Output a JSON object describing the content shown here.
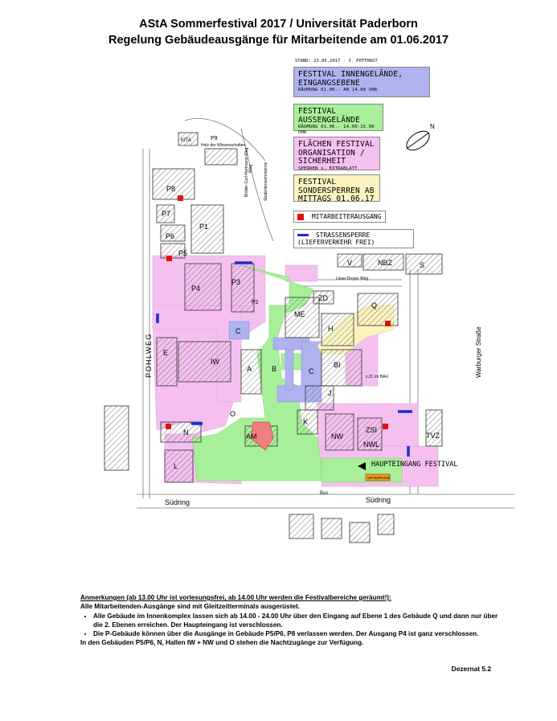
{
  "header": {
    "title": "AStA Sommerfestival 2017 / Universität Paderborn",
    "subtitle": "Regelung Gebäudeausgänge für Mitarbeitende am 01.06.2017"
  },
  "stand": "STAND: 23.05.2017 · J. POTTHAST",
  "legend": {
    "innen": {
      "title": "FESTIVAL INNENGELÄNDE, EINGANGSEBENE",
      "note": "RÄUMUNG 01.06.- AB 14.00 UHR",
      "color": "#aeb3f0"
    },
    "aussen": {
      "title": "FESTIVAL AUSSENGELÄNDE",
      "note": "RÄUMUNG 01.06.- 14.00-15.00 UHR",
      "color": "#a8ef9a"
    },
    "flaechen": {
      "title": "FLÄCHEN FESTIVAL ORGANISATION / SICHERHEIT",
      "note": "SPERREN s. EXTRABLATT",
      "color": "#f5c0ef"
    },
    "sonder": {
      "title": "FESTIVAL SONDERSPERREN AB MITTAGS 01.06.17",
      "color": "#fbf3c0"
    },
    "ausgang": {
      "label": "MITARBEITERAUSGANG",
      "color": "#e01010"
    },
    "sperre": {
      "label": "STRASSENSPERRE (LIEFERVERKEHR FREI)",
      "color": "#1a2ecf"
    }
  },
  "map_labels": {
    "kita": "KITA",
    "p9": "P9",
    "p9_sub": "Holz der Wissenschaften",
    "p8": "P8",
    "p7": "P7",
    "p6": "P6",
    "p5": "P5",
    "p1": "P1",
    "p2": "P2",
    "p3": "P3",
    "p4": "P4",
    "v": "V",
    "nbz": "NBZ",
    "s": "S",
    "zd": "ZD",
    "q": "Q",
    "me": "ME",
    "h": "H",
    "c1": "C",
    "c2": "C",
    "e": "E",
    "iw": "IW",
    "a": "A",
    "b": "B",
    "bi": "BI",
    "j": "J",
    "k": "K",
    "am": "AM",
    "nw": "NW",
    "zsi": "ZSI",
    "nwl": "NWL",
    "tvz": "TVZ",
    "n": "N",
    "l": "L",
    "o": "O",
    "zzt": "z.Zt. im BAU",
    "pohlweg": "POHLWEG",
    "warburger": "Warburger Straße",
    "suedring1": "Südring",
    "suedring2": "Südring",
    "bus": "Bus",
    "liesedreyer": "Liese-Dreyer Weg",
    "studentenwohnheime": "Studentenwohnheime",
    "weg": "Weg",
    "ausgang_box": "Bröder-Carl-Hartmann-Weg",
    "haupteingang": "HAUPTEINGANG FESTIVAL",
    "vipservice": "VIP/SERVICE",
    "n_arrow": "N"
  },
  "notes": {
    "heading": "Anmerkungen (ab 13.00 Uhr ist vorlesungsfrei, ab 14.00 Uhr werden die Festivalbereiche geräumt!):",
    "line2": "Alle Mitarbeitenden-Ausgänge sind mit Gleitzeitterminals ausgerüstet.",
    "bullet1": "Alle Gebäude im Innenkomplex lassen sich ab 14.00 - 24.00 Uhr über den Eingang auf Ebene 1 des Gebäude Q und dann nur über die 2. Ebenen erreichen. Der Haupteingang ist verschlossen.",
    "bullet2": "Die P-Gebäude können über die Ausgänge in Gebäude P5/P6, P8 verlassen werden. Der Ausgang P4 ist ganz verschlossen.",
    "line_last": "In den Gebäuden P5/P6, N, Hallen IW + NW und O stehen die Nachtzugänge zur Verfügung.",
    "dezernat": "Dezernat 5.2"
  }
}
